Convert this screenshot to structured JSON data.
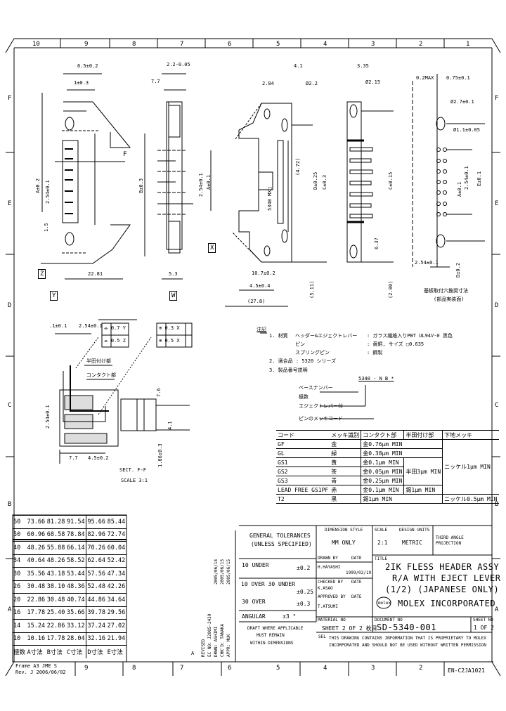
{
  "zones": {
    "cols": [
      "10",
      "9",
      "8",
      "7",
      "6",
      "5",
      "4",
      "3",
      "2",
      "1"
    ],
    "rows": [
      "F",
      "E",
      "D",
      "C",
      "B",
      "A"
    ]
  },
  "drawing": {
    "dims": [
      "6.5±0.2",
      "1±0.3",
      "22.81",
      "A±0.2",
      "2.54±0.1",
      "1.5",
      "F",
      "2.2-0.05",
      "7.7",
      "B±0.3",
      "A±0.1",
      "2.54±0.1",
      "5.3",
      "4.1",
      "2.84",
      "Ø2.2",
      "(4.72)",
      "D±0.25",
      "C±0.3",
      "10.7±0.2",
      "4.5±0.4",
      "(27.8)",
      "(5.11)",
      "3.35",
      "Ø2.15",
      "C±0.15",
      "6.37",
      "(2.00)",
      "0.2MAX",
      "0.75±0.1",
      "Ø2.7±0.1",
      "Ø1.1±0.05",
      "A±0.1",
      "2.54±0.1",
      "E±0.1",
      "2.54±0.1",
      "D±0.2"
    ],
    "datums": [
      "Z",
      "Y",
      "W",
      "X",
      "F"
    ],
    "part_marking": "5340 MX□",
    "pcb_title": "基板取付穴推奨寸法",
    "pcb_subtitle": "(部品実装面)",
    "section": {
      "title": "SECT. F-F",
      "scale": "SCALE 3:1",
      "solder_label": "半田付け部",
      "contact_label": "コンタクト部",
      "tol1": [
        "⌯",
        "0.7",
        "Y"
      ],
      "tol2": [
        "⌯",
        "0.5",
        "Z"
      ],
      "tol3": [
        "⊕",
        "0.3",
        "X"
      ],
      "tol4": [
        "⊕",
        "0.5",
        "X"
      ],
      "dims": [
        ".1±0.1",
        "2.54±0.1",
        "2.54±0.1",
        "4.1",
        "1.86±0.3",
        "7.7",
        "4.5±0.2",
        "7.6"
      ]
    }
  },
  "notes": {
    "heading": "注記",
    "n1_label": "1. 材質",
    "n1_items": [
      {
        "part": "ヘッダー&エジェクトレバー",
        "spec": ": ガラス繊維入りPBT UL94V-0 黒色"
      },
      {
        "part": "ピン",
        "spec": ": 黄銅, サイズ □0.635"
      },
      {
        "part": "スプリングピン",
        "spec": ": 鋼製"
      }
    ],
    "n2": "2. 適合品 : 5320 シリーズ",
    "n3": "3. 製品番号説明",
    "part_number": "5340 - N B *",
    "legend": [
      "ベースナンバー",
      "極数",
      "エジェクトレバー付",
      "ピンのメッキコード"
    ]
  },
  "plating_table": {
    "headers": [
      "コード",
      "メッキ識別",
      "コンタクト部",
      "半田付け部",
      "下地メッキ"
    ],
    "rows": [
      [
        "GF",
        "金",
        "金0.76μm MIN",
        "",
        ""
      ],
      [
        "GL",
        "緑",
        "金0.38μm MIN",
        "",
        ""
      ],
      [
        "GS1",
        "黄",
        "金0.1μm MIN",
        "半田3μm MIN",
        "ニッケル1μm MIN"
      ],
      [
        "GS2",
        "茶",
        "金0.05μm MIN",
        "",
        ""
      ],
      [
        "GS3",
        "青",
        "金0.25μm MIN",
        "",
        ""
      ],
      [
        "LEAD FREE GS1PF",
        "赤",
        "金0.1μm MIN",
        "錫1μm MIN",
        ""
      ],
      [
        "T2",
        "黒",
        "錫1μm MIN",
        "",
        "ニッケル0.5μm MIN"
      ]
    ]
  },
  "ckt_table": {
    "rows": [
      [
        "60",
        "73.66",
        "81.28",
        "91.54",
        "95.66",
        "85.44"
      ],
      [
        "50",
        "60.96",
        "68.58",
        "78.84",
        "82.96",
        "72.74"
      ],
      [
        "40",
        "48.26",
        "55.88",
        "66.14",
        "70.26",
        "60.04"
      ],
      [
        "34",
        "40.64",
        "48.26",
        "58.52",
        "62.64",
        "52.42"
      ],
      [
        "30",
        "35.56",
        "43.18",
        "53.44",
        "57.56",
        "47.34"
      ],
      [
        "26",
        "30.48",
        "38.10",
        "48.36",
        "52.48",
        "42.26"
      ],
      [
        "20",
        "22.86",
        "30.48",
        "40.74",
        "44.86",
        "34.64"
      ],
      [
        "16",
        "17.78",
        "25.40",
        "35.66",
        "39.78",
        "29.56"
      ],
      [
        "14",
        "15.24",
        "22.86",
        "33.12",
        "37.24",
        "27.02"
      ],
      [
        "10",
        "10.16",
        "17.78",
        "28.04",
        "32.16",
        "21.94"
      ]
    ],
    "header": [
      "極数",
      "A寸法",
      "B寸法",
      "C寸法",
      "D寸法",
      "E寸法"
    ]
  },
  "revision": {
    "lines": [
      "REVISED",
      "EC NO: J2005-2439",
      "DRWN: ASHIMI",
      "CHK'D: TANAKA",
      "APPR: MUK"
    ],
    "dates": [
      "2005/06/14",
      "2005/06/15",
      "2005/06/15"
    ],
    "rev_letter": "A"
  },
  "frame": {
    "line1": "Frame A3 JME S",
    "line2": "Rev. J 2006/06/02"
  },
  "title_block": {
    "general_tol_1": "GENERAL TOLERANCES",
    "general_tol_2": "(UNLESS SPECIFIED)",
    "tol_rows": [
      {
        "label": "10 UNDER",
        "value": "±0.2"
      },
      {
        "label": "10 OVER 30 UNDER",
        "value": "±0.25"
      },
      {
        "label": "30 OVER",
        "value": "±0.3"
      },
      {
        "label": "ANGULAR",
        "value": "±3 °"
      }
    ],
    "draft_1": "DRAFT WHERE APPLICABLE",
    "draft_2": "MUST REMAIN",
    "draft_3": "WITHIN DIMENSIONS",
    "dim_style_label": "DIMENSION STYLE",
    "dim_style": "MM ONLY",
    "scale_label": "SCALE",
    "scale": "2:1",
    "design_units_label": "DESIGN UNITS",
    "design_units": "METRIC",
    "projection": "THIRD ANGLE PROJECTION",
    "drawn_by_label": "DRAWN BY",
    "drawn_by": "H.HAYASHI",
    "drawn_date_label": "DATE",
    "drawn_date": "1999/02/19",
    "checked_by_label": "CHECKED BY",
    "checked_by": "K.ASAO",
    "checked_date_label": "DATE",
    "approved_by_label": "APPROVED BY",
    "approved_by": "T.ATSUMI",
    "approved_date_label": "DATE",
    "material_no_label": "MATERIAL NO",
    "sheet": "SHEET 2 OF 2 枚目",
    "title_label": "TITLE",
    "title_lines": [
      "2IK FLESS HEADER ASSY",
      "R/A WITH EJECT LEVER",
      "(1/2) (JAPANESE ONLY)"
    ],
    "company": "MOLEX INCORPORATED",
    "logo": "molex",
    "doc_no_label": "DOCUMENT NO",
    "doc_no": "SD-5340-001",
    "sheet_no_label": "SHEET NO",
    "sheet_no": "1 OF 2",
    "proprietary_1": "THIS DRAWING CONTAINS INFORMATION THAT IS PROPRIETARY TO MOLEX",
    "proprietary_2": "INCORPORATED AND SHOULD NOT BE USED WITHOUT WRITTEN PERMISSION",
    "sel_label": "SEL",
    "form_no": "EN-C2JA1021"
  }
}
